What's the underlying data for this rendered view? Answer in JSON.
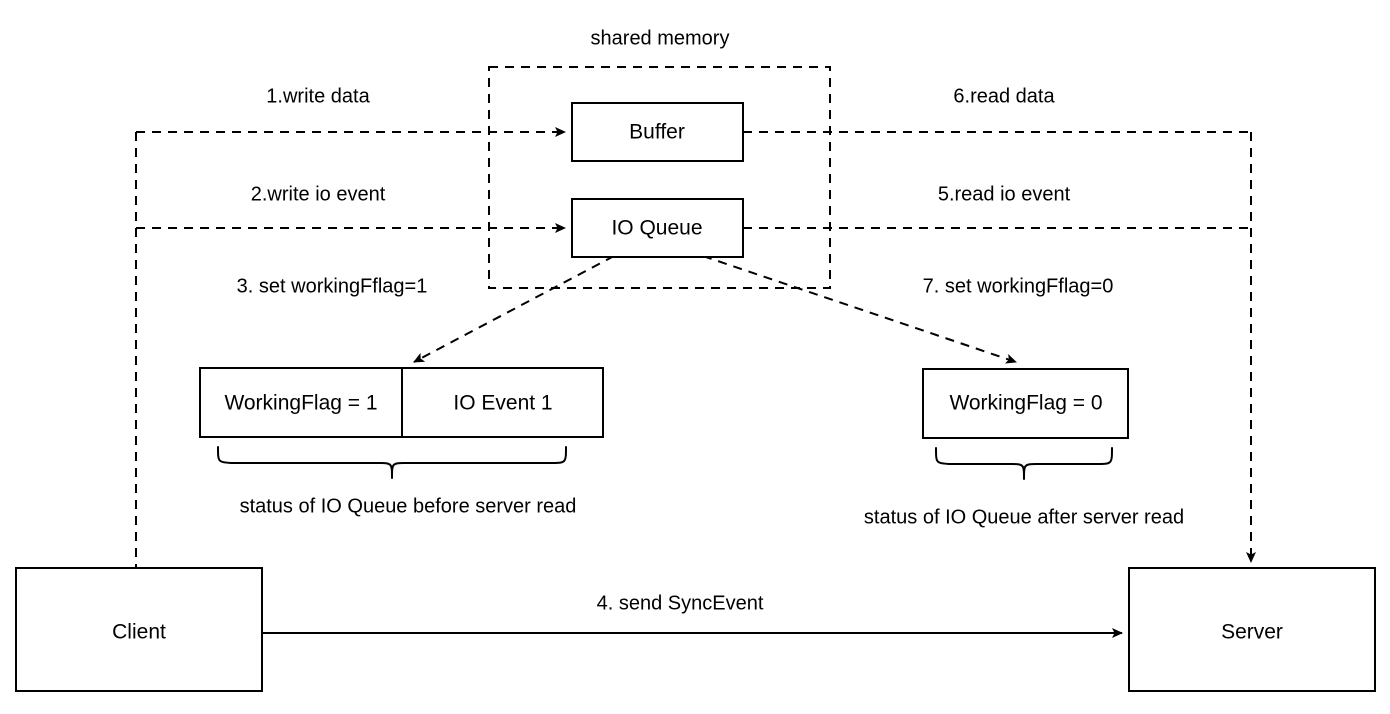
{
  "diagram": {
    "title": "shared memory",
    "nodes": {
      "buffer": "Buffer",
      "io_queue": "IO Queue",
      "client": "Client",
      "server": "Server",
      "flag_left_working": "WorkingFlag = 1",
      "flag_left_event": "IO Event 1",
      "flag_right_working": "WorkingFlag = 0"
    },
    "flow_labels": {
      "step1": "1.write data",
      "step2": "2.write io event",
      "step3": "3. set workingFflag=1",
      "step4": "4. send SyncEvent",
      "step5": "5.read io event",
      "step6": "6.read data",
      "step7": "7. set workingFflag=0"
    },
    "captions": {
      "left": "status of IO Queue before server read",
      "right": "status of IO Queue after server read"
    },
    "colors": {
      "stroke": "#000000",
      "fill": "#ffffff",
      "text": "#000000"
    }
  }
}
